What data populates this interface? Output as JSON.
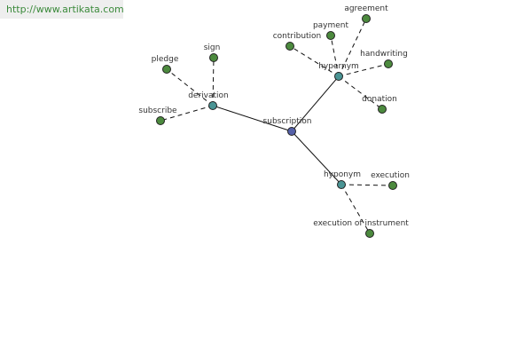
{
  "header": {
    "url_text": "http://www.artikata.com"
  },
  "colors": {
    "root_node": "#5560a8",
    "relation_node": "#4a9494",
    "leaf_node": "#4c8a3e",
    "banner_text": "#3b8a3b",
    "banner_bg": "#eeeeee"
  },
  "graph": {
    "nodes": [
      {
        "id": "subscription",
        "label": "subscription",
        "kind": "root"
      },
      {
        "id": "derivation",
        "label": "derivation",
        "kind": "relation"
      },
      {
        "id": "hypernym",
        "label": "hypernym",
        "kind": "relation"
      },
      {
        "id": "hyponym",
        "label": "hyponym",
        "kind": "relation"
      },
      {
        "id": "pledge",
        "label": "pledge",
        "kind": "leaf"
      },
      {
        "id": "sign",
        "label": "sign",
        "kind": "leaf"
      },
      {
        "id": "subscribe",
        "label": "subscribe",
        "kind": "leaf"
      },
      {
        "id": "contribution",
        "label": "contribution",
        "kind": "leaf"
      },
      {
        "id": "payment",
        "label": "payment",
        "kind": "leaf"
      },
      {
        "id": "agreement",
        "label": "agreement",
        "kind": "leaf"
      },
      {
        "id": "handwriting",
        "label": "handwriting",
        "kind": "leaf"
      },
      {
        "id": "donation",
        "label": "donation",
        "kind": "leaf"
      },
      {
        "id": "execution",
        "label": "execution",
        "kind": "leaf"
      },
      {
        "id": "execution-of-instrument",
        "label": "execution of instrument",
        "kind": "leaf"
      }
    ],
    "edges": [
      {
        "from": "subscription",
        "to": "derivation",
        "style": "solid"
      },
      {
        "from": "subscription",
        "to": "hypernym",
        "style": "solid"
      },
      {
        "from": "subscription",
        "to": "hyponym",
        "style": "solid"
      },
      {
        "from": "derivation",
        "to": "pledge",
        "style": "dashed"
      },
      {
        "from": "derivation",
        "to": "sign",
        "style": "dashed"
      },
      {
        "from": "derivation",
        "to": "subscribe",
        "style": "dashed"
      },
      {
        "from": "hypernym",
        "to": "contribution",
        "style": "dashed"
      },
      {
        "from": "hypernym",
        "to": "payment",
        "style": "dashed"
      },
      {
        "from": "hypernym",
        "to": "agreement",
        "style": "dashed"
      },
      {
        "from": "hypernym",
        "to": "handwriting",
        "style": "dashed"
      },
      {
        "from": "hypernym",
        "to": "donation",
        "style": "dashed"
      },
      {
        "from": "hyponym",
        "to": "execution",
        "style": "dashed"
      },
      {
        "from": "hyponym",
        "to": "execution-of-instrument",
        "style": "dashed"
      }
    ]
  }
}
